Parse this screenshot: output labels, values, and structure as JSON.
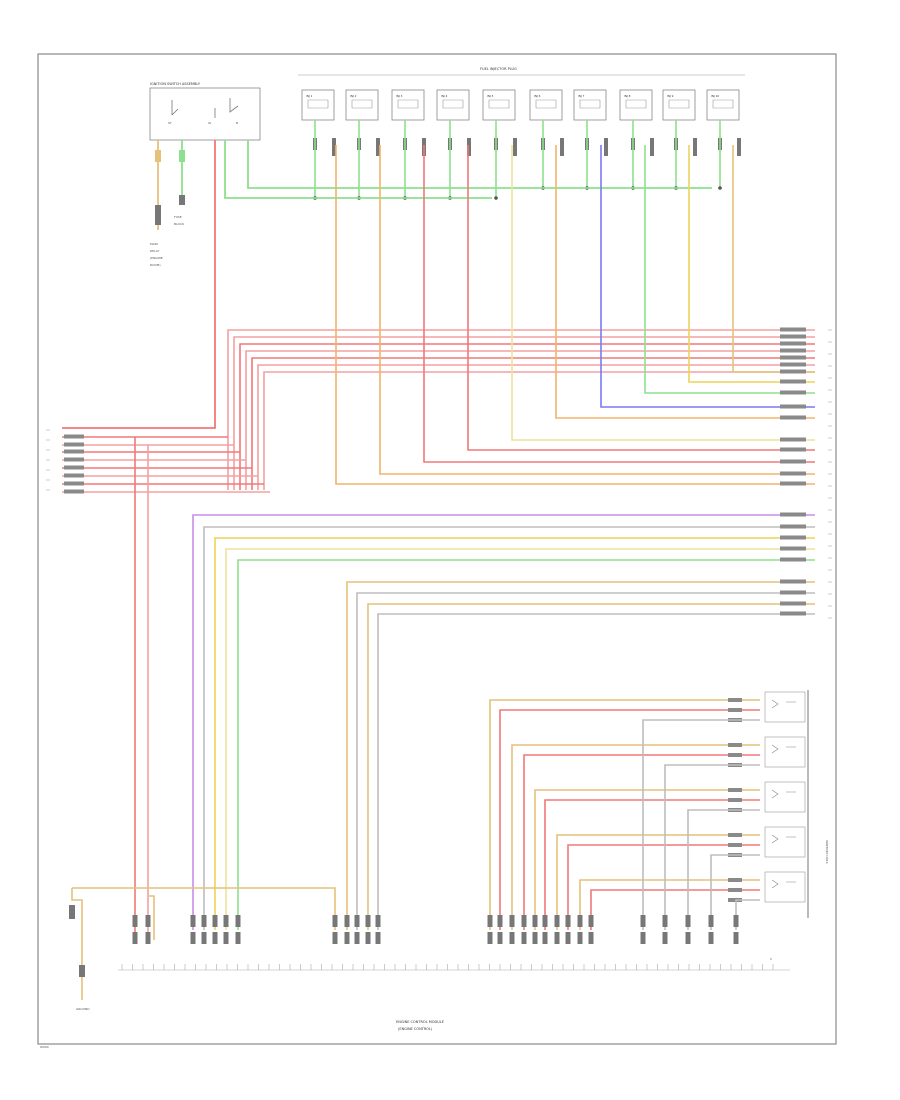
{
  "diagram": {
    "fuel_injector_title": "FUEL INJECTOR PLUG",
    "switch_assembly_title": "IGNITION SWITCH ASSEMBLY",
    "ecm_title": "ENGINE CONTROL MODULE",
    "ecm_subtitle": "(ENGINE CONTROL)",
    "ground_label": "GROUND",
    "connector_label": "C",
    "page_code": "W000",
    "injectors": [
      "INJ 1",
      "INJ 2",
      "INJ 3",
      "INJ 4",
      "INJ 5",
      "INJ 6",
      "INJ 7",
      "INJ 8",
      "INJ 9",
      "INJ 10"
    ],
    "coil_group_label": "IGNITION COILS",
    "wire_colors": {
      "red": "#f07878",
      "pink": "#f4a0a0",
      "green": "#8de08d",
      "tan": "#e6c17a",
      "orange": "#f2b36b",
      "yellow": "#ecd35a",
      "blue": "#7a7af2",
      "violet": "#c98ee6",
      "gray": "#bdbdbd",
      "lightyellow": "#eee29a"
    }
  }
}
